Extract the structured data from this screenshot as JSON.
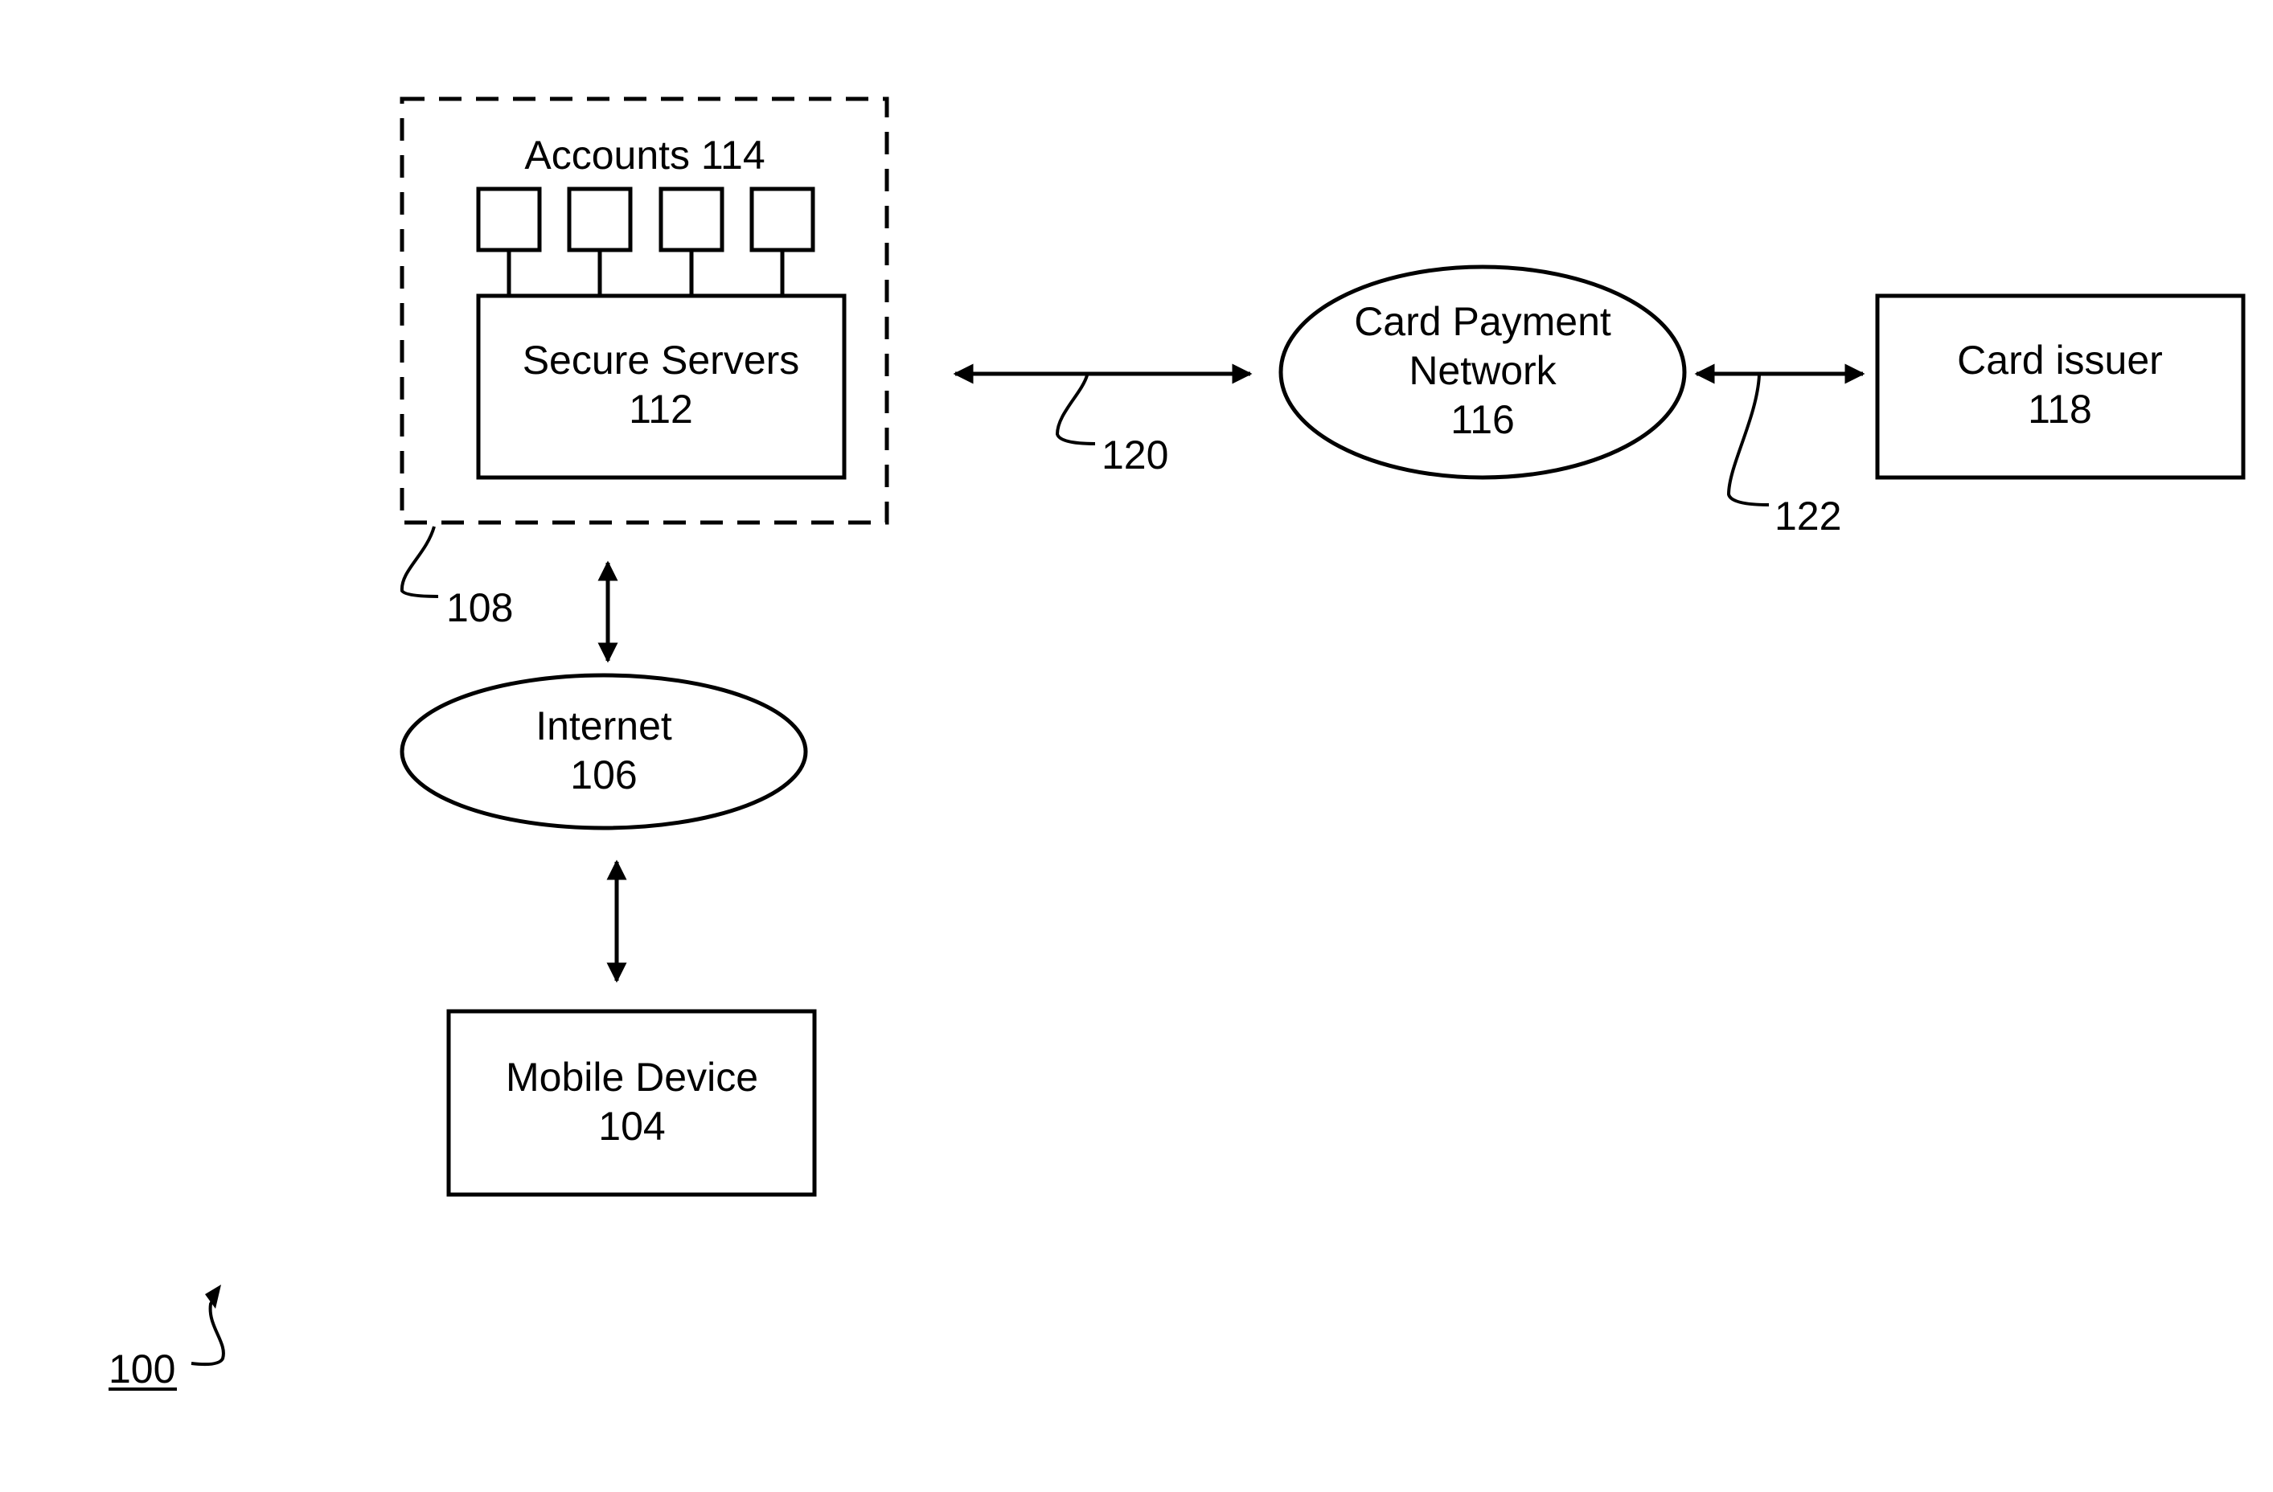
{
  "nodes": {
    "accounts": {
      "label": "Accounts 114"
    },
    "secure_servers": {
      "line1": "Secure Servers",
      "line2": "112"
    },
    "card_payment_network": {
      "line1": "Card Payment",
      "line2": "Network",
      "line3": "116"
    },
    "card_issuer": {
      "line1": "Card issuer",
      "line2": "118"
    },
    "internet": {
      "line1": "Internet",
      "line2": "106"
    },
    "mobile_device": {
      "line1": "Mobile Device",
      "line2": "104"
    }
  },
  "references": {
    "system_boundary": "108",
    "link_servers_network": "120",
    "link_network_issuer": "122",
    "figure": "100"
  }
}
